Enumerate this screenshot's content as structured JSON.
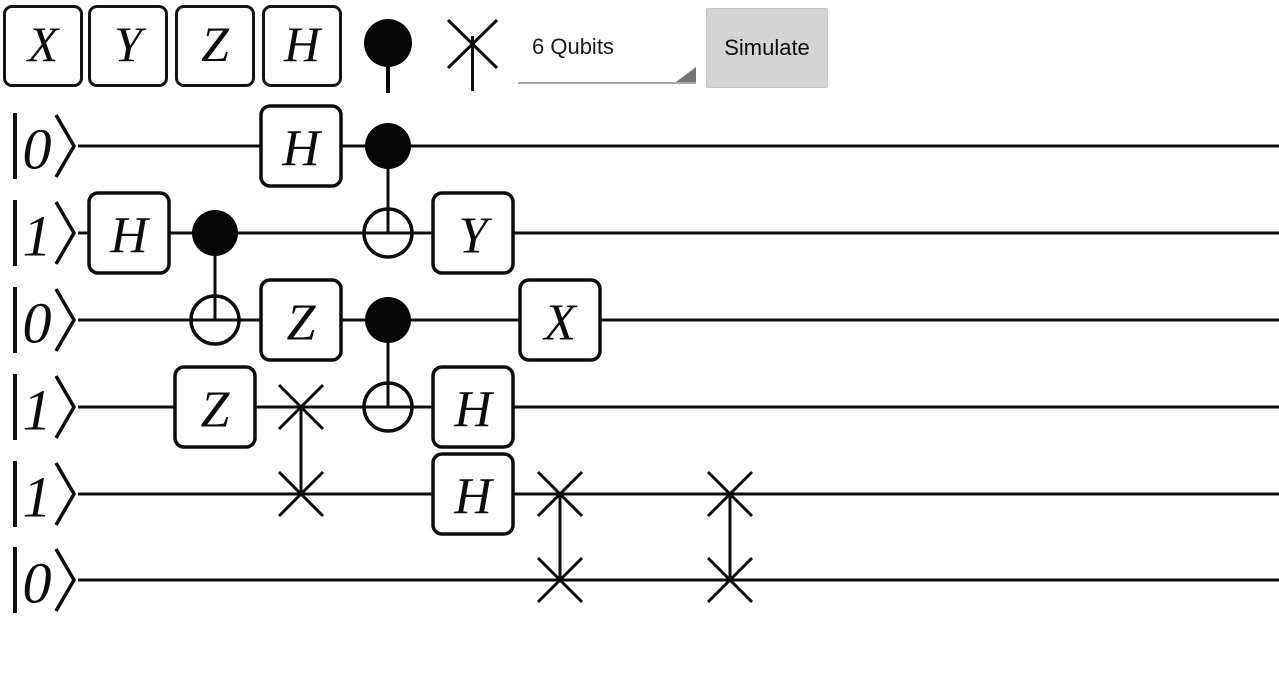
{
  "toolbar": {
    "gate_buttons": [
      {
        "label": "X"
      },
      {
        "label": "Y"
      },
      {
        "label": "Z"
      },
      {
        "label": "H"
      }
    ],
    "control_tool_icon": "control-dot-icon",
    "swap_tool_icon": "swap-cross-icon",
    "qubit_count_label": "6 Qubits",
    "simulate_label": "Simulate"
  },
  "circuit": {
    "qubit_labels": [
      "0",
      "1",
      "0",
      "1",
      "1",
      "0"
    ],
    "ket_left_bracket": "|",
    "ket_right_bracket": "⟩",
    "operations": [
      {
        "kind": "box",
        "label": "H",
        "qubit": 0,
        "col": 2
      },
      {
        "kind": "cnot",
        "control": 0,
        "target": 1,
        "col": 3
      },
      {
        "kind": "box",
        "label": "H",
        "qubit": 1,
        "col": 0
      },
      {
        "kind": "cnot",
        "control": 1,
        "target": 2,
        "col": 1
      },
      {
        "kind": "box",
        "label": "Y",
        "qubit": 1,
        "col": 4
      },
      {
        "kind": "box",
        "label": "Z",
        "qubit": 2,
        "col": 2
      },
      {
        "kind": "cnot",
        "control": 2,
        "target": 3,
        "col": 3
      },
      {
        "kind": "box",
        "label": "X",
        "qubit": 2,
        "col": 5
      },
      {
        "kind": "box",
        "label": "Z",
        "qubit": 3,
        "col": 1
      },
      {
        "kind": "swap",
        "a": 3,
        "b": 4,
        "col": 2
      },
      {
        "kind": "box",
        "label": "H",
        "qubit": 3,
        "col": 4
      },
      {
        "kind": "box",
        "label": "H",
        "qubit": 4,
        "col": 4
      },
      {
        "kind": "swap",
        "a": 4,
        "b": 5,
        "col": 5
      },
      {
        "kind": "swap",
        "a": 4,
        "b": 5,
        "col": 6
      }
    ]
  },
  "colors": {
    "ink": "#0d0d0d",
    "simulate_button_bg": "#d4d4d4",
    "dropdown_underline": "#a6a6a6",
    "dropdown_triangle": "#757575"
  }
}
